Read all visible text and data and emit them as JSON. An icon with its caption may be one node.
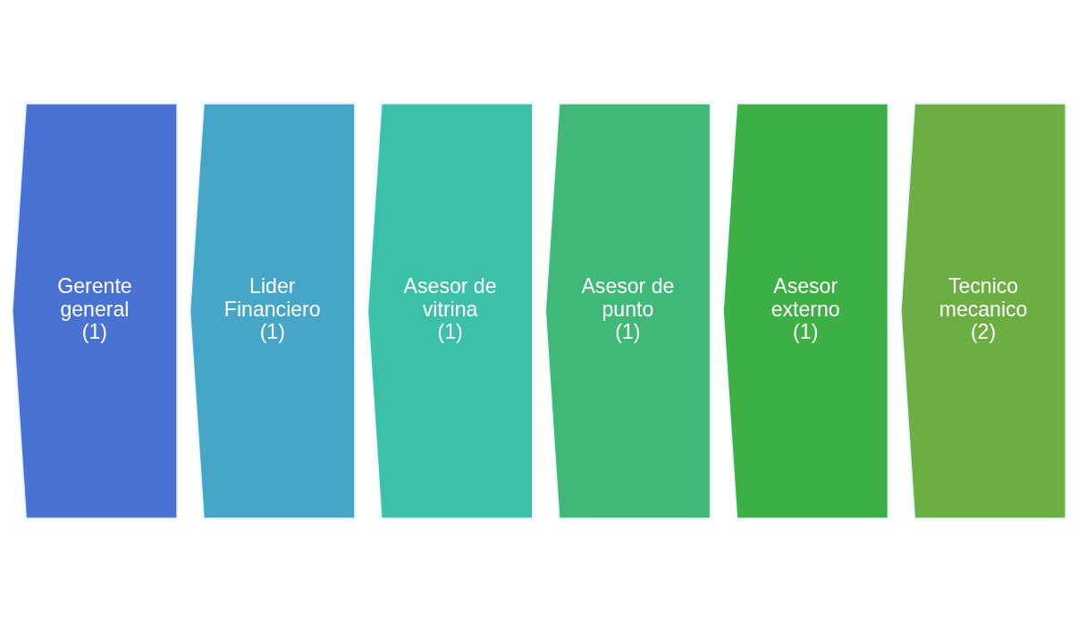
{
  "diagram": {
    "nodes": [
      {
        "text": [
          "Gerente general",
          "(1)"
        ]
      },
      {
        "text": [
          "Lider Financiero",
          "(1)"
        ]
      },
      {
        "text": [
          "Asesor de vitrina",
          "(1)"
        ]
      },
      {
        "text": [
          "Asesor de punto",
          "(1)"
        ]
      },
      {
        "text": [
          "Asesor externo",
          "(1)"
        ]
      },
      {
        "text": [
          "Tecnico mecanico",
          "(2)"
        ]
      }
    ]
  }
}
